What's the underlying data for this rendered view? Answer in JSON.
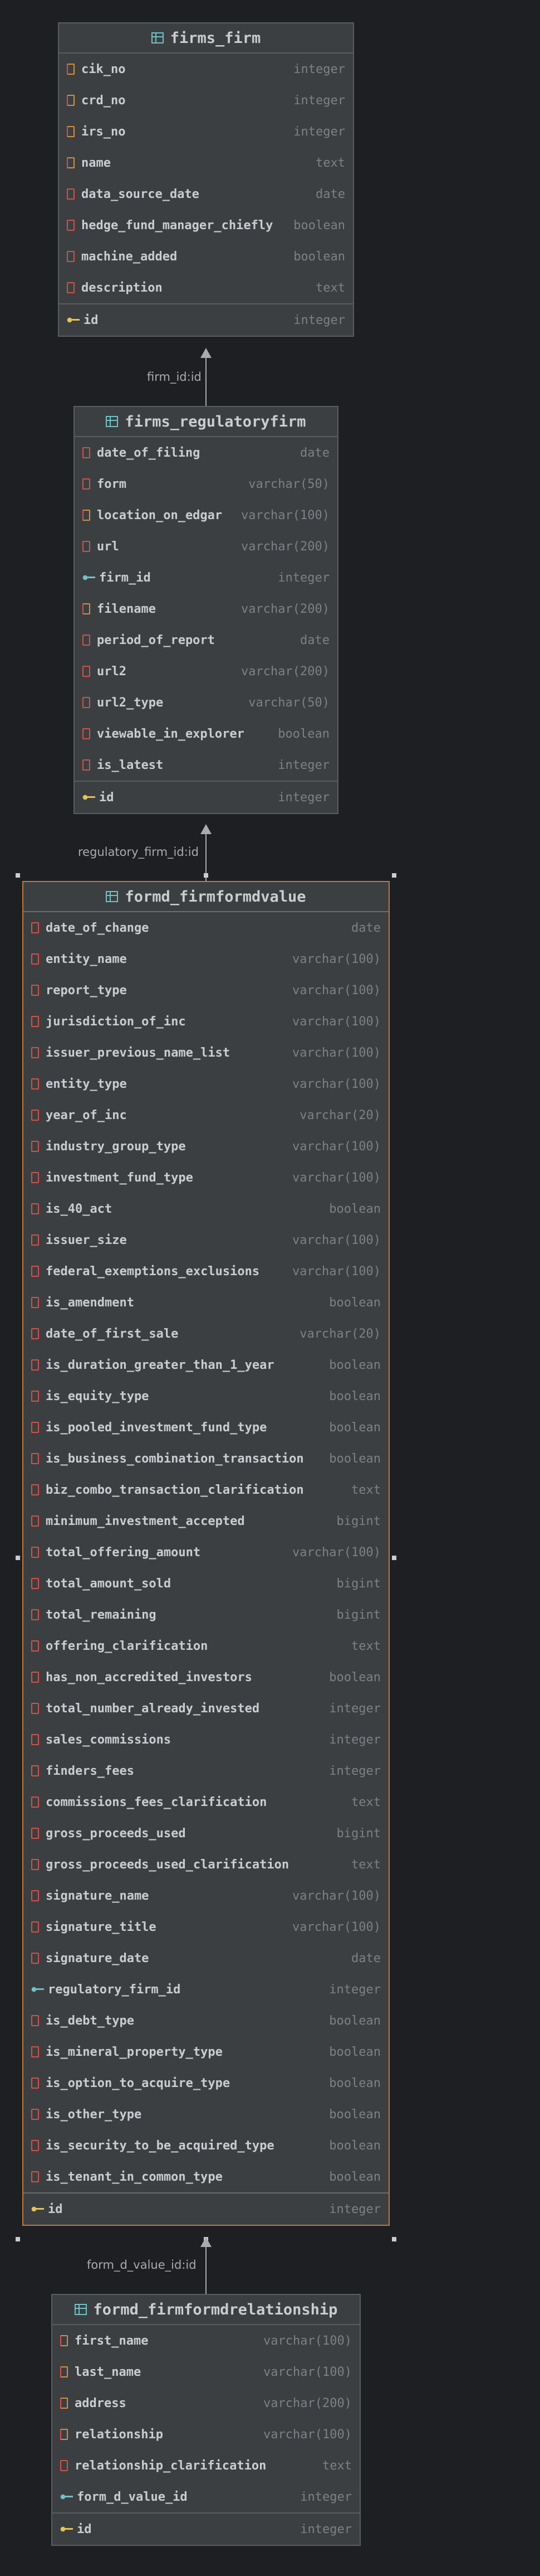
{
  "tables": {
    "firms_firm": {
      "name": "firms_firm",
      "fields": [
        {
          "name": "cik_no",
          "type": "integer"
        },
        {
          "name": "crd_no",
          "type": "integer"
        },
        {
          "name": "irs_no",
          "type": "integer"
        },
        {
          "name": "name",
          "type": "text"
        },
        {
          "name": "data_source_date",
          "type": "date"
        },
        {
          "name": "hedge_fund_manager_chiefly",
          "type": "boolean"
        },
        {
          "name": "machine_added",
          "type": "boolean"
        },
        {
          "name": "description",
          "type": "text"
        }
      ],
      "pk": {
        "name": "id",
        "type": "integer"
      }
    },
    "firms_regulatoryfirm": {
      "name": "firms_regulatoryfirm",
      "fields": [
        {
          "name": "date_of_filing",
          "type": "date"
        },
        {
          "name": "form",
          "type": "varchar(50)"
        },
        {
          "name": "location_on_edgar",
          "type": "varchar(100)"
        },
        {
          "name": "url",
          "type": "varchar(200)"
        },
        {
          "name": "firm_id",
          "type": "integer"
        },
        {
          "name": "filename",
          "type": "varchar(200)"
        },
        {
          "name": "period_of_report",
          "type": "date"
        },
        {
          "name": "url2",
          "type": "varchar(200)"
        },
        {
          "name": "url2_type",
          "type": "varchar(50)"
        },
        {
          "name": "viewable_in_explorer",
          "type": "boolean"
        },
        {
          "name": "is_latest",
          "type": "integer"
        }
      ],
      "pk": {
        "name": "id",
        "type": "integer"
      }
    },
    "formd_firmformdvalue": {
      "name": "formd_firmformdvalue",
      "fields": [
        {
          "name": "date_of_change",
          "type": "date"
        },
        {
          "name": "entity_name",
          "type": "varchar(100)"
        },
        {
          "name": "report_type",
          "type": "varchar(100)"
        },
        {
          "name": "jurisdiction_of_inc",
          "type": "varchar(100)"
        },
        {
          "name": "issuer_previous_name_list",
          "type": "varchar(100)"
        },
        {
          "name": "entity_type",
          "type": "varchar(100)"
        },
        {
          "name": "year_of_inc",
          "type": "varchar(20)"
        },
        {
          "name": "industry_group_type",
          "type": "varchar(100)"
        },
        {
          "name": "investment_fund_type",
          "type": "varchar(100)"
        },
        {
          "name": "is_40_act",
          "type": "boolean"
        },
        {
          "name": "issuer_size",
          "type": "varchar(100)"
        },
        {
          "name": "federal_exemptions_exclusions",
          "type": "varchar(100)"
        },
        {
          "name": "is_amendment",
          "type": "boolean"
        },
        {
          "name": "date_of_first_sale",
          "type": "varchar(20)"
        },
        {
          "name": "is_duration_greater_than_1_year",
          "type": "boolean"
        },
        {
          "name": "is_equity_type",
          "type": "boolean"
        },
        {
          "name": "is_pooled_investment_fund_type",
          "type": "boolean"
        },
        {
          "name": "is_business_combination_transaction",
          "type": "boolean"
        },
        {
          "name": "biz_combo_transaction_clarification",
          "type": "text"
        },
        {
          "name": "minimum_investment_accepted",
          "type": "bigint"
        },
        {
          "name": "total_offering_amount",
          "type": "varchar(100)"
        },
        {
          "name": "total_amount_sold",
          "type": "bigint"
        },
        {
          "name": "total_remaining",
          "type": "bigint"
        },
        {
          "name": "offering_clarification",
          "type": "text"
        },
        {
          "name": "has_non_accredited_investors",
          "type": "boolean"
        },
        {
          "name": "total_number_already_invested",
          "type": "integer"
        },
        {
          "name": "sales_commissions",
          "type": "integer"
        },
        {
          "name": "finders_fees",
          "type": "integer"
        },
        {
          "name": "commissions_fees_clarification",
          "type": "text"
        },
        {
          "name": "gross_proceeds_used",
          "type": "bigint"
        },
        {
          "name": "gross_proceeds_used_clarification",
          "type": "text"
        },
        {
          "name": "signature_name",
          "type": "varchar(100)"
        },
        {
          "name": "signature_title",
          "type": "varchar(100)"
        },
        {
          "name": "signature_date",
          "type": "date"
        },
        {
          "name": "regulatory_firm_id",
          "type": "integer"
        },
        {
          "name": "is_debt_type",
          "type": "boolean"
        },
        {
          "name": "is_mineral_property_type",
          "type": "boolean"
        },
        {
          "name": "is_option_to_acquire_type",
          "type": "boolean"
        },
        {
          "name": "is_other_type",
          "type": "boolean"
        },
        {
          "name": "is_security_to_be_acquired_type",
          "type": "boolean"
        },
        {
          "name": "is_tenant_in_common_type",
          "type": "boolean"
        }
      ],
      "pk": {
        "name": "id",
        "type": "integer"
      }
    },
    "formd_firmformdrelationship": {
      "name": "formd_firmformdrelationship",
      "fields": [
        {
          "name": "first_name",
          "type": "varchar(100)"
        },
        {
          "name": "last_name",
          "type": "varchar(100)"
        },
        {
          "name": "address",
          "type": "varchar(200)"
        },
        {
          "name": "relationship",
          "type": "varchar(100)"
        },
        {
          "name": "relationship_clarification",
          "type": "text"
        },
        {
          "name": "form_d_value_id",
          "type": "integer"
        }
      ],
      "pk": {
        "name": "id",
        "type": "integer"
      }
    }
  },
  "relations": [
    {
      "label": "firm_id:id",
      "from": "firms_regulatoryfirm",
      "to": "firms_firm"
    },
    {
      "label": "regulatory_firm_id:id",
      "from": "formd_firmformdvalue",
      "to": "firms_regulatoryfirm"
    },
    {
      "label": "form_d_value_id:id",
      "from": "formd_firmformdrelationship",
      "to": "formd_firmformdvalue"
    }
  ],
  "colors": {
    "background": "#1e1f22",
    "table_fill": "#3c3f41",
    "selected_border": "#c0783a",
    "field_icon": "#d0524b",
    "index_icon": "#d68e3c",
    "foreign_key_icon": "#6fc2c6",
    "primary_key_icon": "#e8c44a"
  }
}
